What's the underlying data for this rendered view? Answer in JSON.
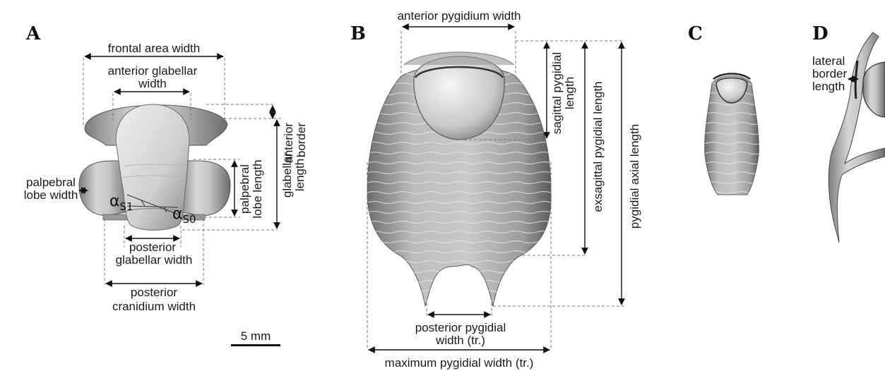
{
  "panels": {
    "a": "A",
    "b": "B",
    "c": "C",
    "d": "D"
  },
  "panel_a": {
    "frontal_area_width": "frontal area width",
    "anterior_glabellar_width_l1": "anterior glabellar",
    "anterior_glabellar_width_l2": "width",
    "anterior_border_l1": "anterior",
    "anterior_border_l2": "border",
    "glabellar_length_l1": "glabellar",
    "glabellar_length_l2": "length",
    "palpebral_lobe_length_l1": "palpebral",
    "palpebral_lobe_length_l2": "lobe length",
    "palpebral_lobe_width_l1": "palpebral",
    "palpebral_lobe_width_l2": "lobe width",
    "alpha_s1_symbol": "α",
    "alpha_s1_sub": "S1",
    "alpha_s0_symbol": "α",
    "alpha_s0_sub": "S0",
    "posterior_glabellar_width_l1": "posterior",
    "posterior_glabellar_width_l2": "glabellar width",
    "posterior_cranidium_width_l1": "posterior",
    "posterior_cranidium_width_l2": "cranidium width",
    "scale_bar": "5 mm"
  },
  "panel_b": {
    "anterior_pygidium_width": "anterior pygidium width",
    "sagittal_pygidial_length_l1": "sagittal pygidial",
    "sagittal_pygidial_length_l2": "length",
    "exsagittal_pygidial_length": "exsagittal pygidial length",
    "pygidial_axial_length": "pygidial axial length",
    "posterior_pygidial_width_l1": "posterior pygidial",
    "posterior_pygidial_width_l2": "width (tr.)",
    "maximum_pygidial_width": "maximum pygidial width (tr.)"
  },
  "panel_d": {
    "lateral_border_length_l1": "lateral",
    "lateral_border_length_l2": "border",
    "lateral_border_length_l3": "length"
  }
}
